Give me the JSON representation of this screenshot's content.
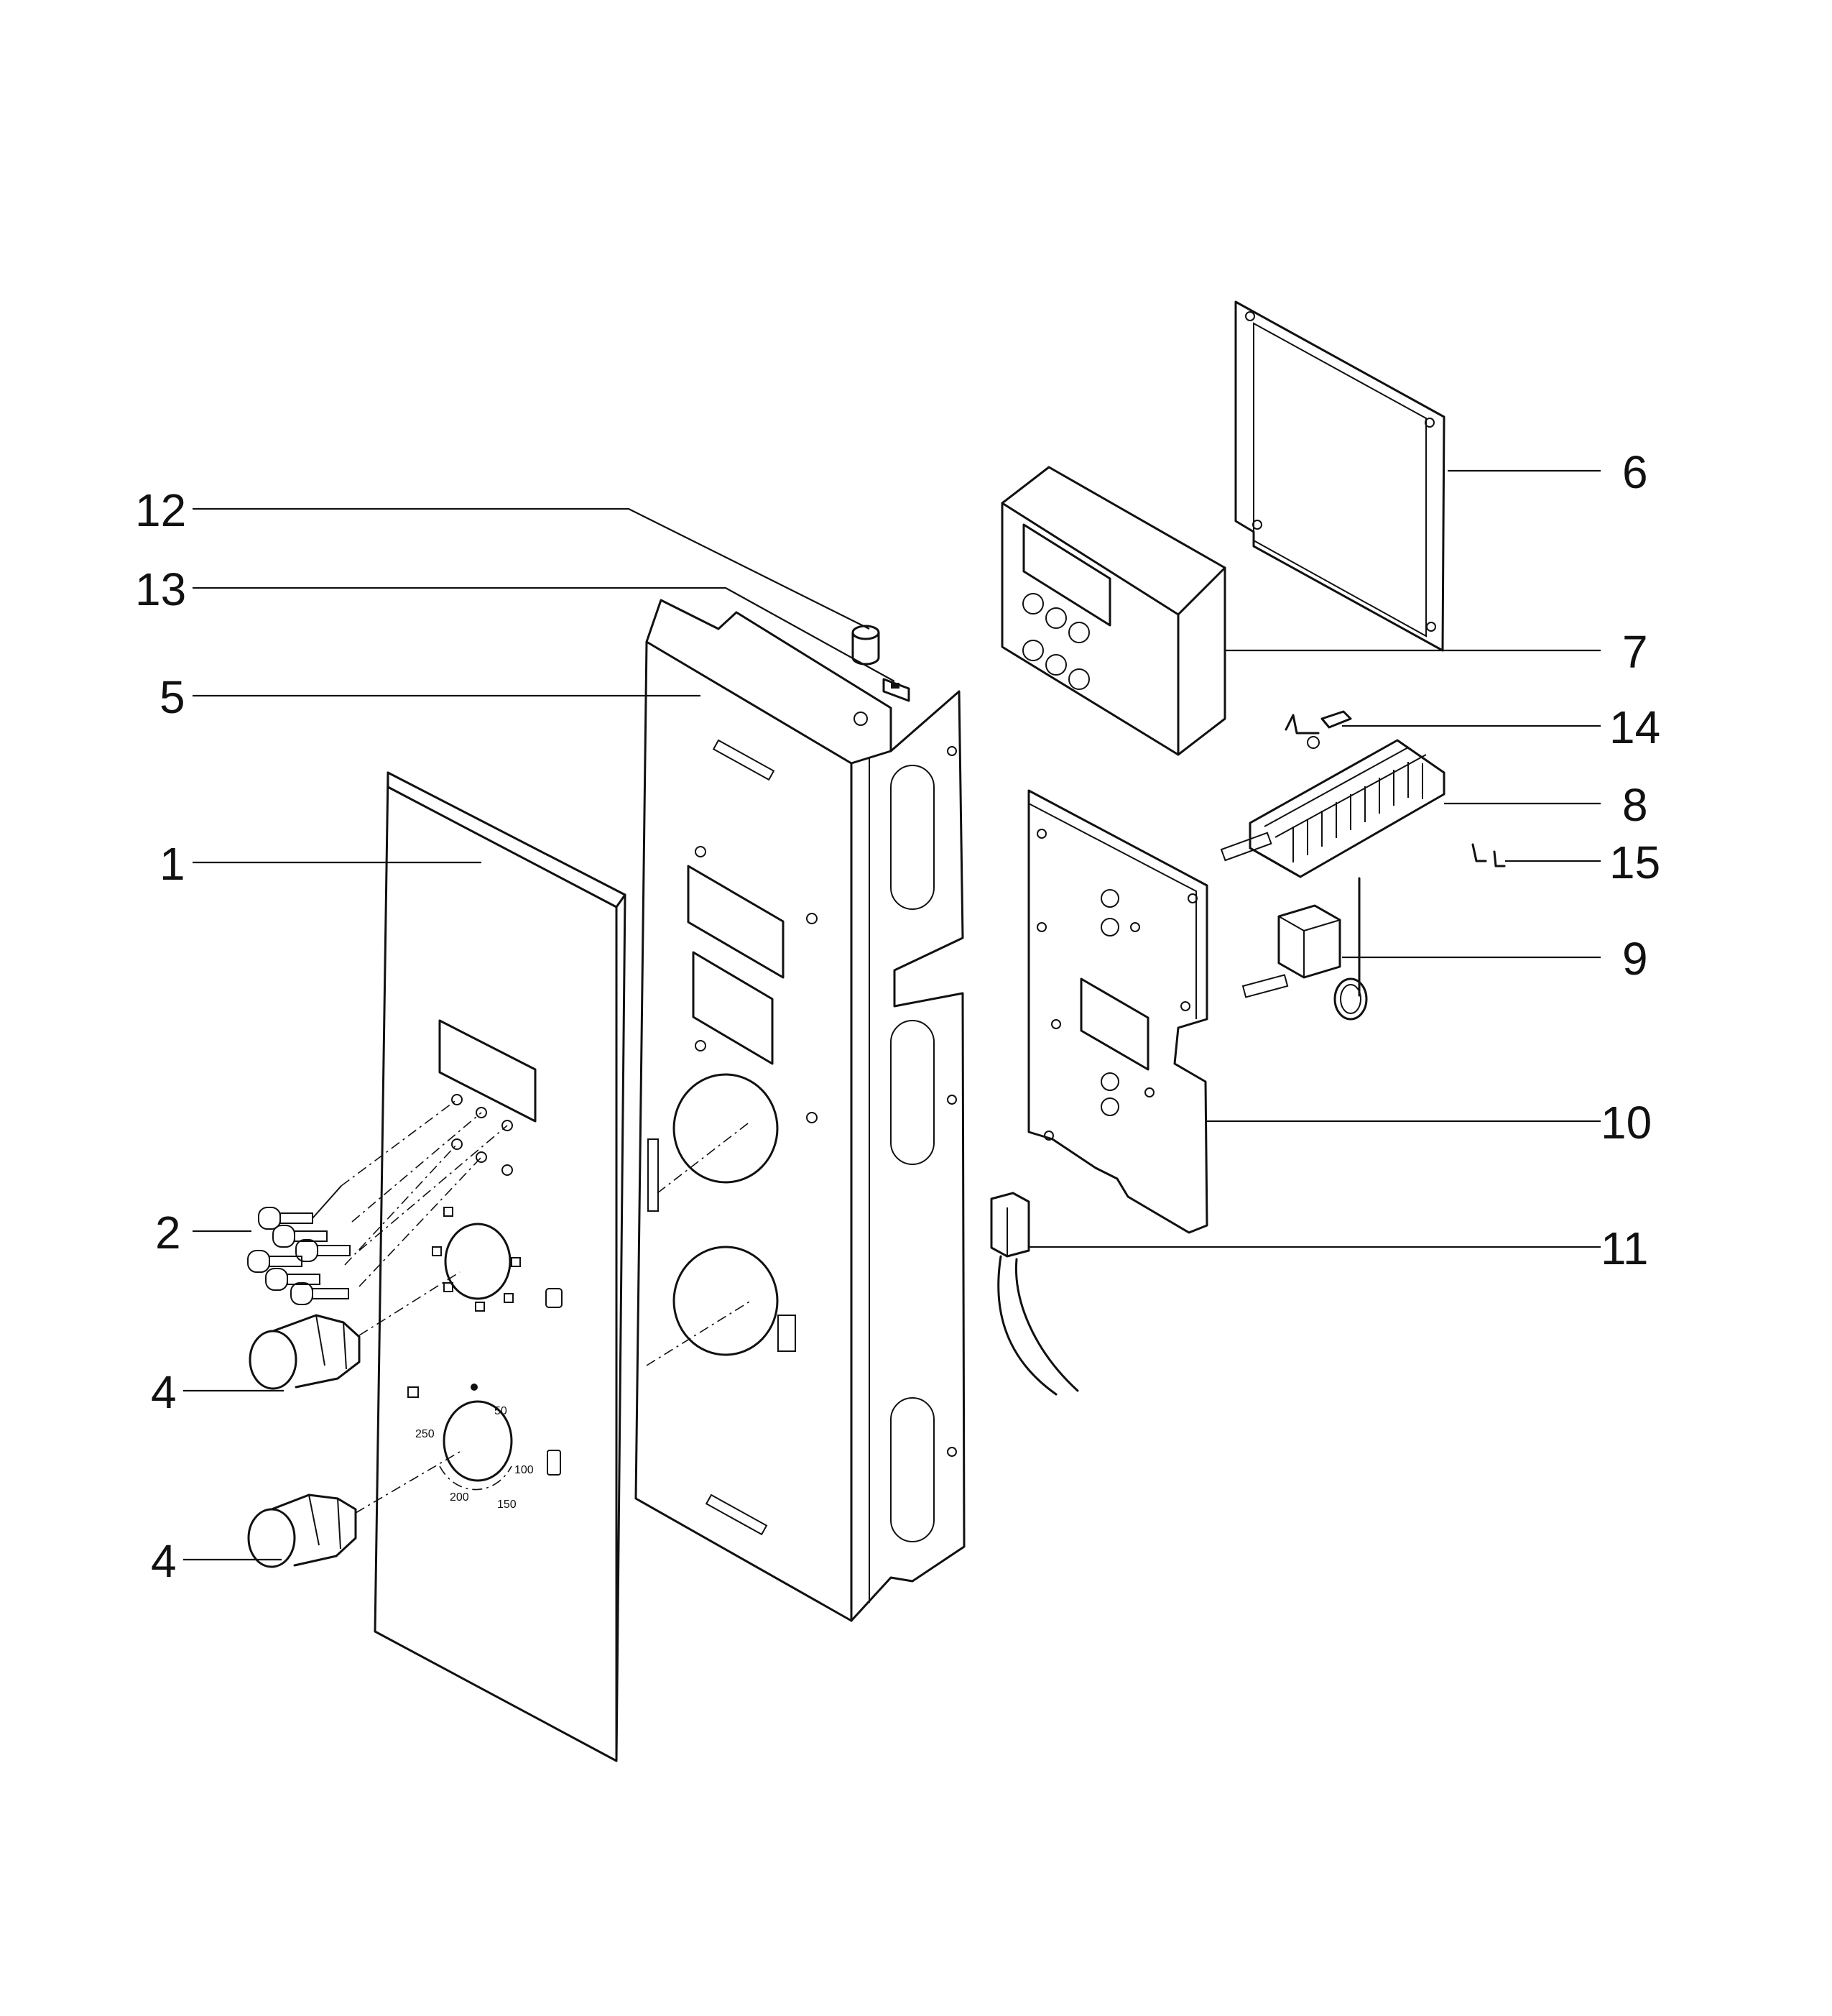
{
  "callouts": [
    {
      "id": "1",
      "text": "1"
    },
    {
      "id": "2",
      "text": "2"
    },
    {
      "id": "4a",
      "text": "4"
    },
    {
      "id": "4b",
      "text": "4"
    },
    {
      "id": "5",
      "text": "5"
    },
    {
      "id": "6",
      "text": "6"
    },
    {
      "id": "7",
      "text": "7"
    },
    {
      "id": "8",
      "text": "8"
    },
    {
      "id": "9",
      "text": "9"
    },
    {
      "id": "10",
      "text": "10"
    },
    {
      "id": "11",
      "text": "11"
    },
    {
      "id": "12",
      "text": "12"
    },
    {
      "id": "13",
      "text": "13"
    },
    {
      "id": "14",
      "text": "14"
    },
    {
      "id": "15",
      "text": "15"
    }
  ],
  "temperature_dial": {
    "marks": [
      "50",
      "100",
      "150",
      "200",
      "250"
    ]
  }
}
